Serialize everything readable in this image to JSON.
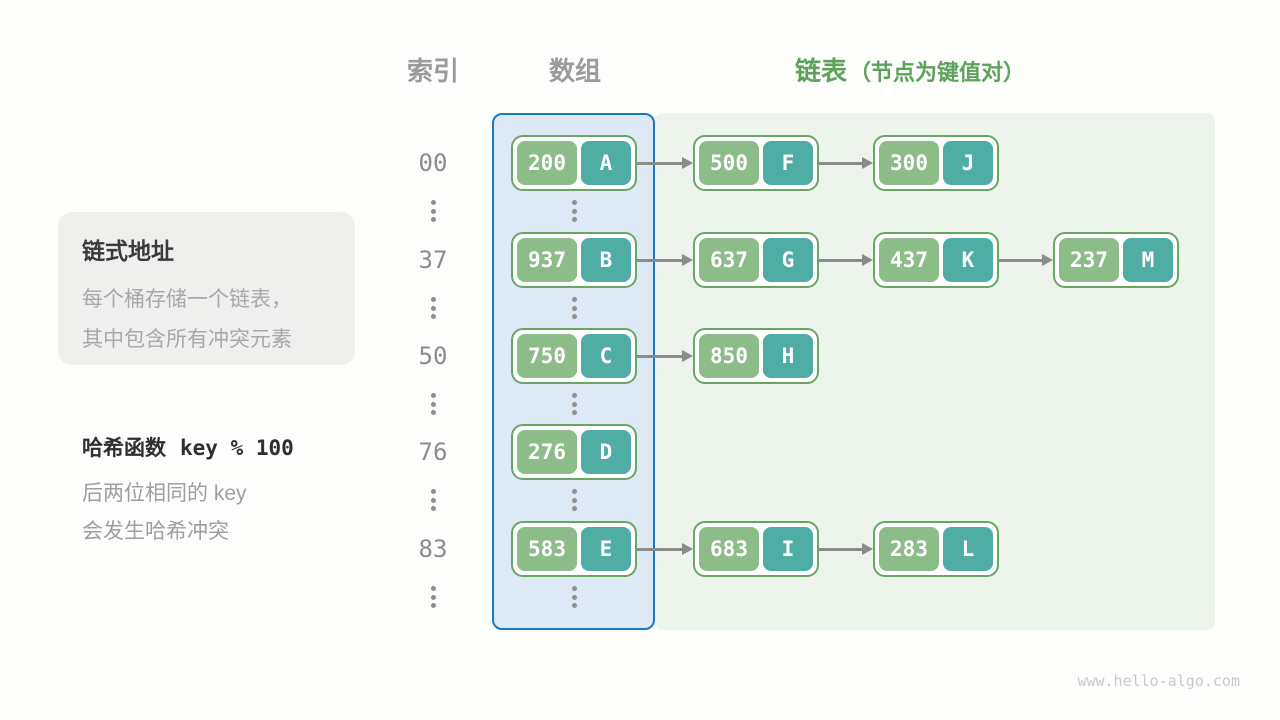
{
  "header": {
    "index_label": "索引",
    "array_label": "数组",
    "list_label": "链表",
    "list_annotation": "（节点为键值对）"
  },
  "info_box": {
    "title": "链式地址",
    "line1": "每个桶存储一个链表，",
    "line2": "其中包含所有冲突元素"
  },
  "hash_note": {
    "title_prefix": "哈希函数",
    "formula": "key % 100",
    "line1": "后两位相同的 key",
    "line2": "会发生哈希冲突"
  },
  "rows": [
    {
      "index": "00",
      "nodes": [
        {
          "key": "200",
          "value": "A"
        },
        {
          "key": "500",
          "value": "F"
        },
        {
          "key": "300",
          "value": "J"
        }
      ]
    },
    {
      "index": "37",
      "nodes": [
        {
          "key": "937",
          "value": "B"
        },
        {
          "key": "637",
          "value": "G"
        },
        {
          "key": "437",
          "value": "K"
        },
        {
          "key": "237",
          "value": "M"
        }
      ]
    },
    {
      "index": "50",
      "nodes": [
        {
          "key": "750",
          "value": "C"
        },
        {
          "key": "850",
          "value": "H"
        }
      ]
    },
    {
      "index": "76",
      "nodes": [
        {
          "key": "276",
          "value": "D"
        }
      ]
    },
    {
      "index": "83",
      "nodes": [
        {
          "key": "583",
          "value": "E"
        },
        {
          "key": "683",
          "value": "I"
        },
        {
          "key": "283",
          "value": "L"
        }
      ]
    }
  ],
  "footer": {
    "site": "www.hello-algo.com"
  },
  "colors": {
    "node_key_bg": "#8cbc87",
    "node_value_bg": "#4fada4",
    "node_border": "#68a763",
    "array_region_border": "#1b79c2",
    "array_region_bg": "#ddeaf6",
    "list_region_bg": "#edf4ec",
    "heading_green": "#5da25b",
    "heading_gray": "#9b9b9b",
    "arrow_gray": "#8b8b8b"
  }
}
